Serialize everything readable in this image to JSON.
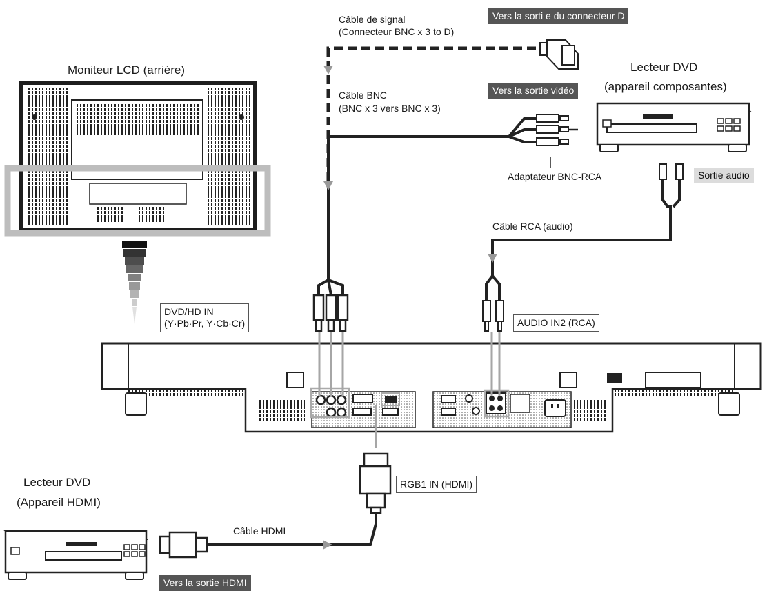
{
  "devices": {
    "monitor_title": "Moniteur LCD (arrière)",
    "dvd_component_title_line1": "Lecteur DVD",
    "dvd_component_title_line2": "(appareil composantes)",
    "dvd_hdmi_title_line1": "Lecteur DVD",
    "dvd_hdmi_title_line2": "(Appareil HDMI)"
  },
  "cables": {
    "signal_line1": "Câble de signal",
    "signal_line2": "(Connecteur BNC x 3 to D)",
    "bnc_line1": "Câble BNC",
    "bnc_line2": "(BNC x 3 vers BNC x 3)",
    "rca_audio": "Câble RCA (audio)",
    "hdmi": "Câble HDMI",
    "adapter": "Adaptateur BNC-RCA"
  },
  "tags": {
    "to_d_connector": "Vers la sorti e du connecteur D",
    "to_video_out": "Vers la sortie vidéo",
    "audio_out": "Sortie audio",
    "to_hdmi_out": "Vers la sortie HDMI"
  },
  "ports": {
    "dvd_hd_in_line1": "DVD/HD IN",
    "dvd_hd_in_line2": "(Y·Pb·Pr, Y·Cb·Cr)",
    "audio_in2": "AUDIO IN2 (RCA)",
    "rgb1_in": "RGB1 IN (HDMI)"
  },
  "colors": {
    "cable": "#222222",
    "tag_dark": "#555555",
    "tag_light": "#dcdcdc",
    "highlight_frame": "#bdbdbd",
    "arrow_gray": "#9a9a9a"
  }
}
